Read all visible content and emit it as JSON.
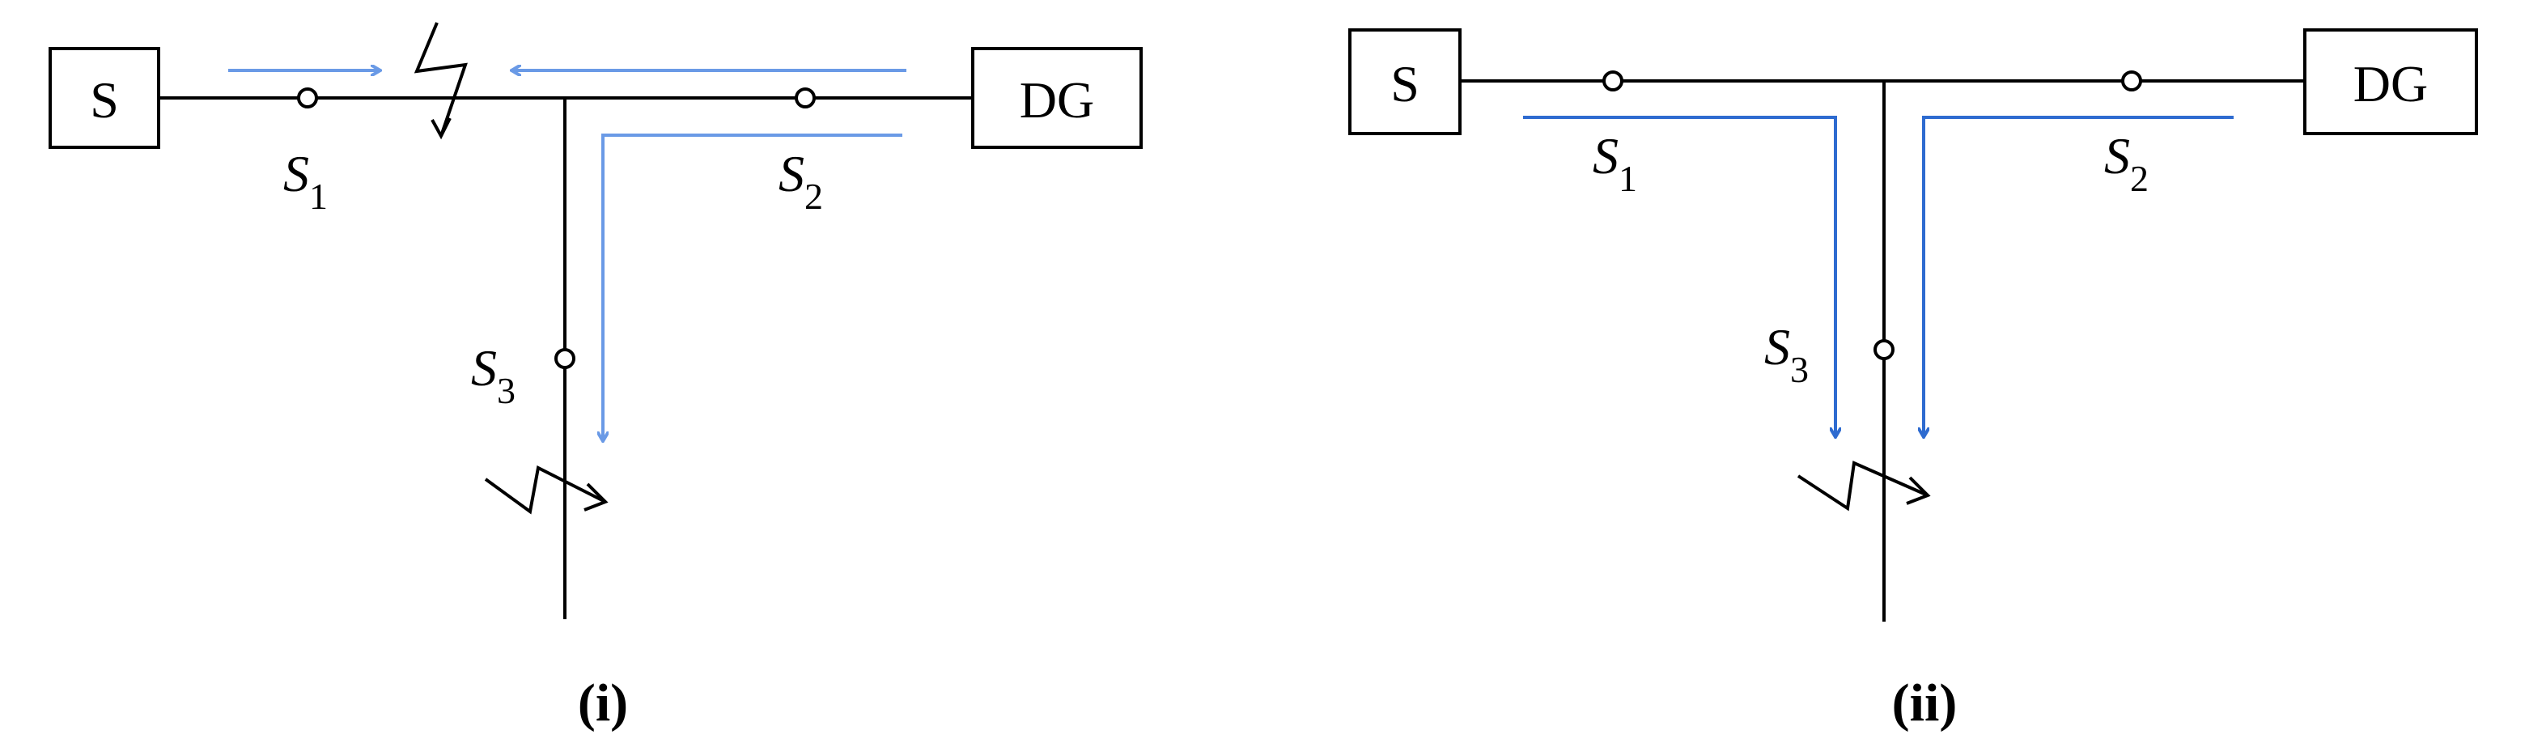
{
  "colors": {
    "line": "#000000",
    "flow_i": "#6a9ae6",
    "flow_ii": "#2e6bd0"
  },
  "panels": [
    {
      "id": "i",
      "caption": "i",
      "source_label": "S",
      "dg_label": "DG",
      "switches": [
        {
          "symbol": "S",
          "sub": "1"
        },
        {
          "symbol": "S",
          "sub": "2"
        },
        {
          "symbol": "S",
          "sub": "3"
        }
      ]
    },
    {
      "id": "ii",
      "caption": "ii",
      "source_label": "S",
      "dg_label": "DG",
      "switches": [
        {
          "symbol": "S",
          "sub": "1"
        },
        {
          "symbol": "S",
          "sub": "2"
        },
        {
          "symbol": "S",
          "sub": "3"
        }
      ]
    }
  ]
}
